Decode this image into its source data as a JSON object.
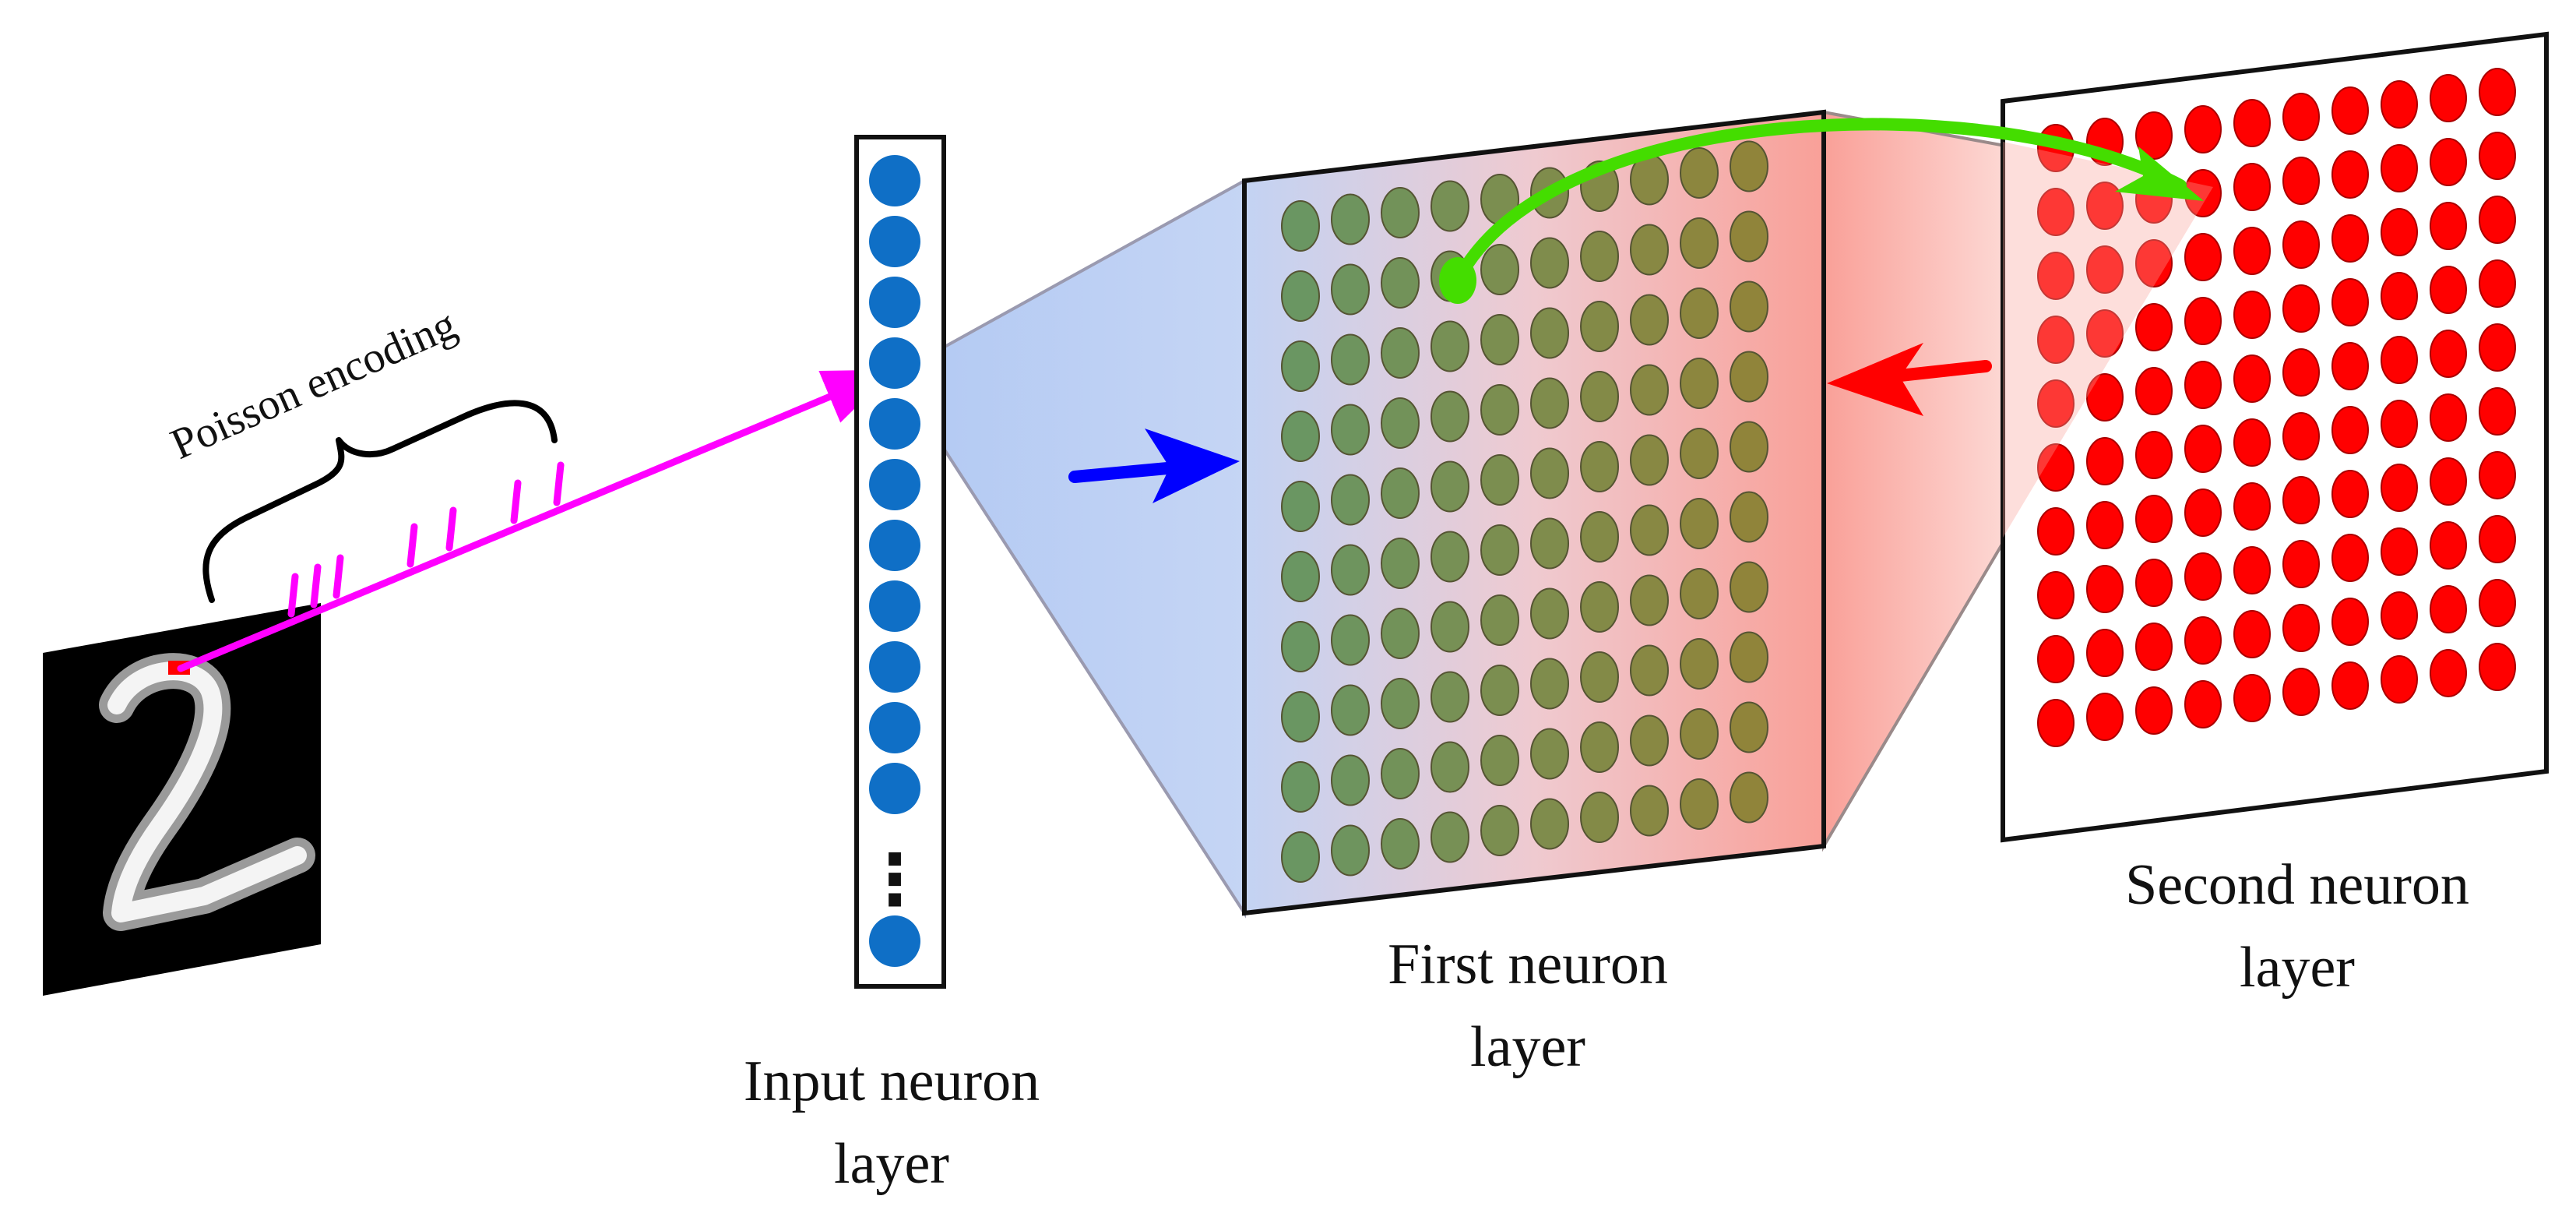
{
  "labels": {
    "poisson": "Poisson encoding",
    "input_l1": "Input neuron",
    "input_l2": "layer",
    "first_l1": "First neuron",
    "first_l2": "layer",
    "second_l1": "Second neuron",
    "second_l2": "layer",
    "ellipsis": "⋮"
  },
  "colors": {
    "input_neuron": "#0f6fc6",
    "first_neuron": "#6f9460",
    "second_neuron": "#ff0000",
    "spike": "#ff00ff",
    "excitatory_arrow": "#0000ff",
    "inhibitory_arrow": "#ff0000",
    "lateral_arrow": "#44dd00",
    "input_fan": "#aecbf2",
    "second_fan": "#f9a39a"
  },
  "icons": {
    "digit_image": "mnist-digit-2",
    "brace": "curly-brace",
    "spike_train": "spike-train"
  },
  "grid": {
    "input_visible_neurons": 12,
    "first_rows": 10,
    "first_cols": 10,
    "second_rows": 10,
    "second_cols": 10
  }
}
